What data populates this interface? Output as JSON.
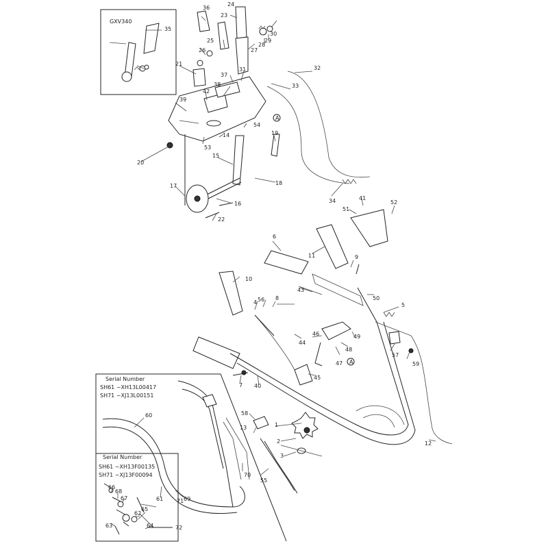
{
  "inset_engine": {
    "label": "GXV340"
  },
  "serial_box_1": {
    "title": "Serial Number",
    "line1": "SH61 ~XH13L00417",
    "line2": "SH71 ~XJ13L00151"
  },
  "serial_box_2": {
    "title": "Serial Number",
    "line1": "SH61 ~XH13F00135",
    "line2": "SH71 ~XJ13F00094"
  },
  "reference_mark": "A",
  "part_numbers": [
    "1",
    "2",
    "3",
    "4",
    "5",
    "6",
    "7",
    "8",
    "9",
    "10",
    "11",
    "12",
    "13",
    "14",
    "15",
    "16",
    "17",
    "18",
    "19",
    "20",
    "21",
    "22",
    "23",
    "24",
    "25",
    "26",
    "27",
    "28",
    "29",
    "30",
    "31",
    "32",
    "33",
    "34",
    "35",
    "36",
    "37",
    "38",
    "39",
    "40",
    "41",
    "42",
    "43",
    "44",
    "45",
    "46",
    "47",
    "48",
    "49",
    "50",
    "51",
    "52",
    "53",
    "54",
    "55",
    "56",
    "57",
    "58",
    "59",
    "60",
    "61",
    "62",
    "63",
    "64",
    "65",
    "66",
    "67",
    "68",
    "69",
    "70",
    "71",
    "72"
  ]
}
